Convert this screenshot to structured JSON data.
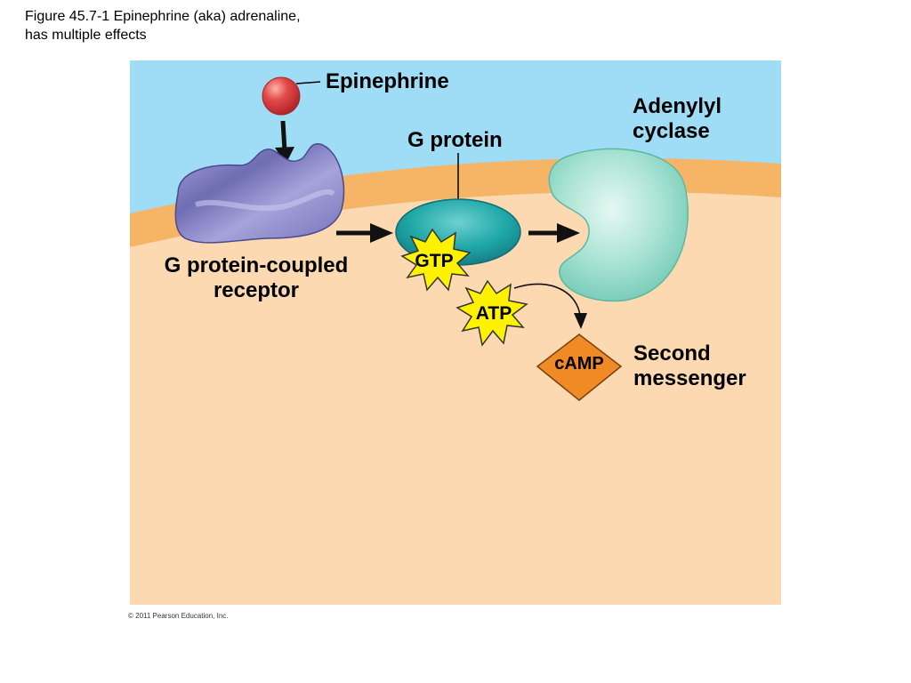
{
  "caption": {
    "line1": "Figure 45.7-1 Epinephrine (aka) adrenaline,",
    "line2": "has multiple effects"
  },
  "labels": {
    "epinephrine": "Epinephrine",
    "adenylyl_line1": "Adenylyl",
    "adenylyl_line2": "cyclase",
    "g_protein": "G protein",
    "gpcr_line1": "G protein-coupled",
    "gpcr_line2": "receptor",
    "gtp": "GTP",
    "atp": "ATP",
    "camp": "cAMP",
    "second_line1": "Second",
    "second_line2": "messenger"
  },
  "copyright": "© 2011 Pearson Education, Inc.",
  "colors": {
    "extracellular": "#9fdcf5",
    "membrane": "#f6b566",
    "cytoplasm": "#fcd9b1",
    "epinephrine": "#e24a4a",
    "receptor": "#8e8cc8",
    "g_protein": "#1fa7a7",
    "adenylyl_cyclase": "#a9e3d3",
    "starburst": "#fff200",
    "camp": "#f08a24"
  }
}
